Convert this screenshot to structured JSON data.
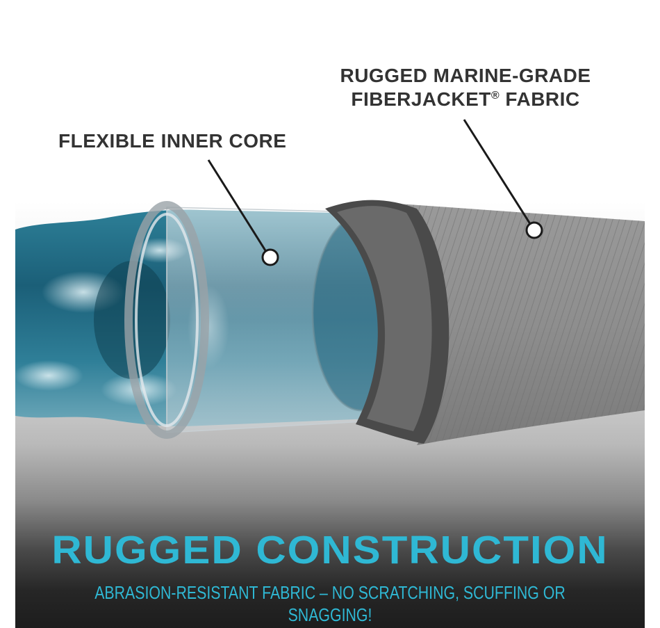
{
  "labels": {
    "inner_core": "FLEXIBLE INNER CORE",
    "fabric_line1": "RUGGED MARINE-GRADE",
    "fabric_line2_prefix": "FIBERJACKET",
    "fabric_registered": "®",
    "fabric_line2_suffix": " FABRIC"
  },
  "headline": "RUGGED CONSTRUCTION",
  "subline": "ABRASION-RESISTANT FABRIC – NO SCRATCHING, SCUFFING OR SNAGGING!",
  "colors": {
    "accent": "#2fb8d4",
    "label_text": "#333333",
    "water": "#1f6f88",
    "jacket": "#8c8c8c"
  }
}
